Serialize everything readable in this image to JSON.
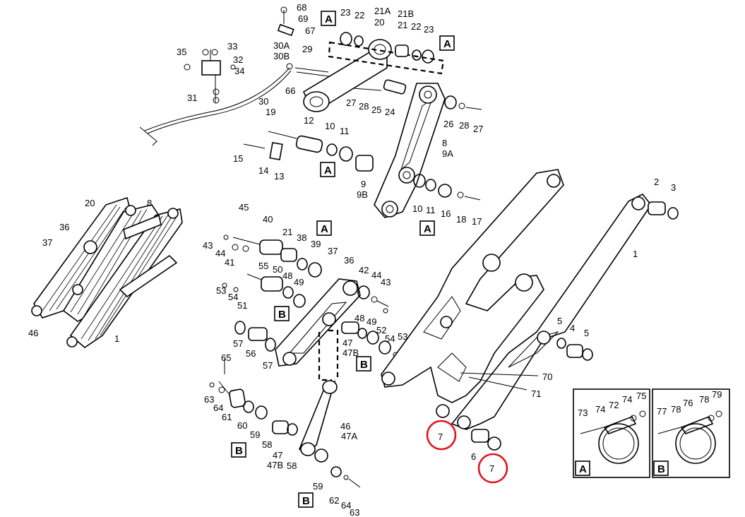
{
  "labels": {
    "l1": "68",
    "l2": "69",
    "l3": "67",
    "l4": "23",
    "l5": "22",
    "l6": "21A",
    "l7": "20",
    "l8": "21B",
    "l9": "21",
    "l10": "22",
    "l11": "23",
    "l12": "35",
    "l13": "33",
    "l14": "32",
    "l15": "34",
    "l16": "30A",
    "l17": "30B",
    "l18": "29",
    "l19": "31",
    "l20": "66",
    "l21": "30",
    "l22": "27",
    "l23": "28",
    "l24": "25",
    "l25": "24",
    "l26": "26",
    "l27": "28",
    "l28": "27",
    "l29": "19",
    "l30": "12",
    "l31": "10",
    "l32": "11",
    "l33": "8",
    "l34": "9A",
    "l35": "15",
    "l36": "14",
    "l37": "13",
    "l38": "9",
    "l39": "9B",
    "l40": "10",
    "l41": "11",
    "l42": "16",
    "l43": "18",
    "l44": "17",
    "l45": "20",
    "l46": "8",
    "l47": "36",
    "l48": "37",
    "l49": "46",
    "l50": "1",
    "l51": "45",
    "l52": "40",
    "l53": "21",
    "l54": "38",
    "l55": "39",
    "l56": "43",
    "l57": "44",
    "l58": "41",
    "l59": "37",
    "l60": "36",
    "l61": "42",
    "l62": "44",
    "l63": "43",
    "l64": "55",
    "l65": "50",
    "l66": "48",
    "l67": "49",
    "l68": "53",
    "l69": "54",
    "l70": "51",
    "l71": "48",
    "l72": "49",
    "l73": "52",
    "l74": "54",
    "l75": "53",
    "l76": "47",
    "l77": "47B",
    "l78": "57",
    "l79": "56",
    "l80": "57",
    "l81": "65",
    "l82": "63",
    "l83": "64",
    "l84": "61",
    "l85": "60",
    "l86": "59",
    "l87": "58",
    "l88": "47",
    "l89": "47B",
    "l90": "58",
    "l91": "46",
    "l92": "47A",
    "l93": "59",
    "l94": "62",
    "l95": "64",
    "l96": "63",
    "l97": "2",
    "l98": "3",
    "l99": "1",
    "l100": "5",
    "l101": "4",
    "l102": "5",
    "l103": "70",
    "l104": "71",
    "l105": "7",
    "l106": "6",
    "l107": "7",
    "l108": "73",
    "l109": "74",
    "l110": "72",
    "l111": "74",
    "l112": "75",
    "l113": "77",
    "l114": "78",
    "l115": "76",
    "l116": "78",
    "l117": "79"
  },
  "boxes": {
    "b1": "A",
    "b2": "A",
    "b3": "A",
    "b4": "A",
    "b5": "A",
    "b6": "B",
    "b7": "B",
    "b8": "B",
    "b9": "B",
    "b10": "A",
    "b11": "B"
  }
}
